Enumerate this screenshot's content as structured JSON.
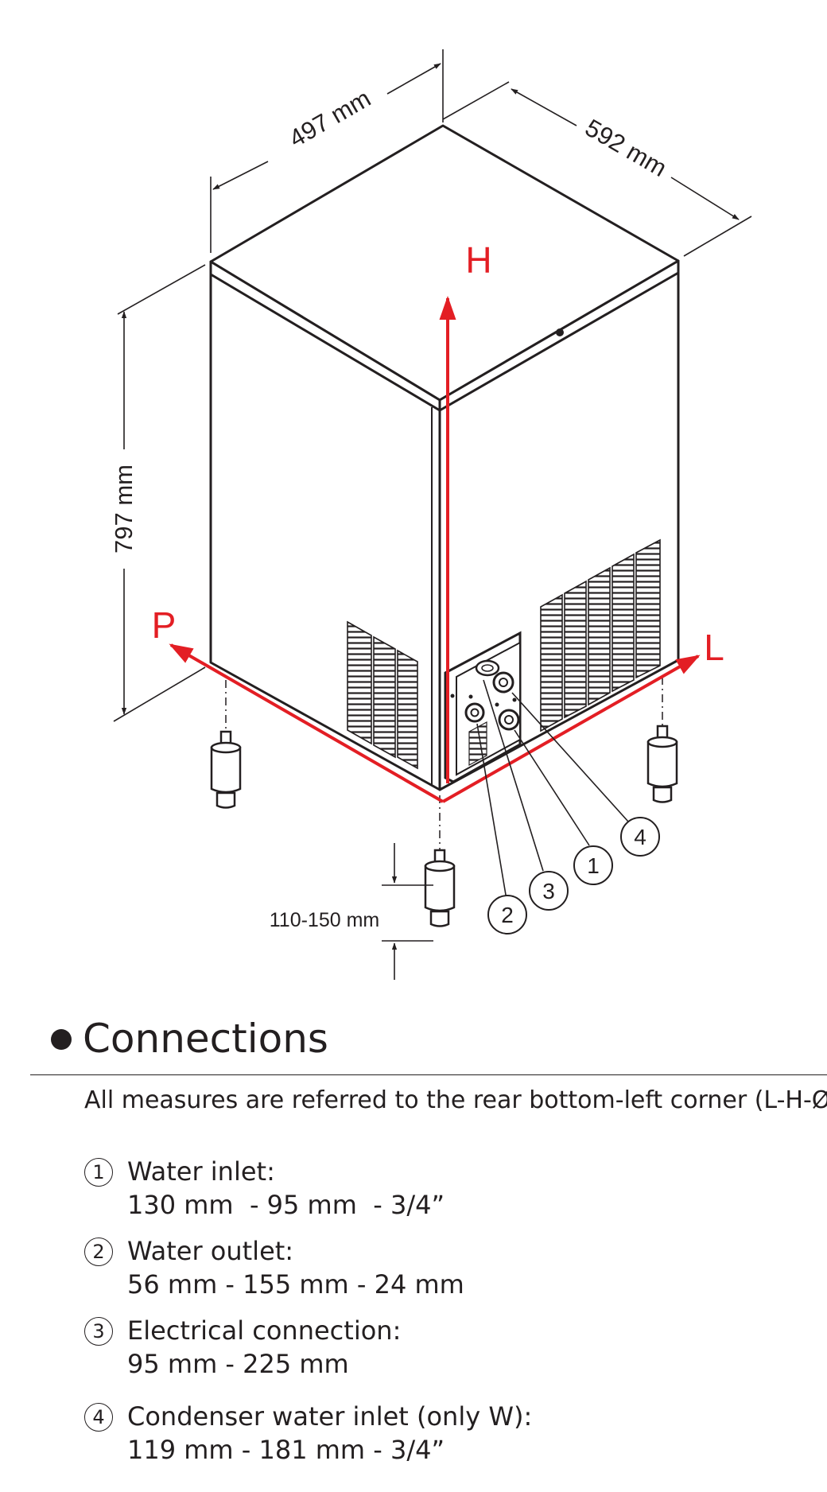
{
  "diagram": {
    "dim_width": "497 mm",
    "dim_depth": "592 mm",
    "dim_height": "797 mm",
    "dim_feet": "110-150 mm",
    "axis_h": "H",
    "axis_p": "P",
    "axis_l": "L",
    "callouts": [
      "1",
      "2",
      "3",
      "4"
    ]
  },
  "section": {
    "title": "Connections",
    "note": "All measures are referred to the rear bottom-left corner (L-H-Ø)"
  },
  "connections": [
    {
      "num": "1",
      "label": "Water inlet:",
      "values": "130 mm  - 95 mm  - 3/4”"
    },
    {
      "num": "2",
      "label": "Water outlet:",
      "values": "56 mm - 155 mm - 24 mm"
    },
    {
      "num": "3",
      "label": "Electrical connection:",
      "values": "95 mm - 225 mm"
    },
    {
      "num": "4",
      "label": "Condenser water inlet (only W):",
      "values": "119 mm - 181 mm - 3/4”"
    }
  ],
  "colors": {
    "axis": "#e31e24",
    "ink": "#231f20"
  },
  "icons": [
    "bullet-icon",
    "machine-outline",
    "adjustable-foot-icon",
    "callout-circle"
  ]
}
